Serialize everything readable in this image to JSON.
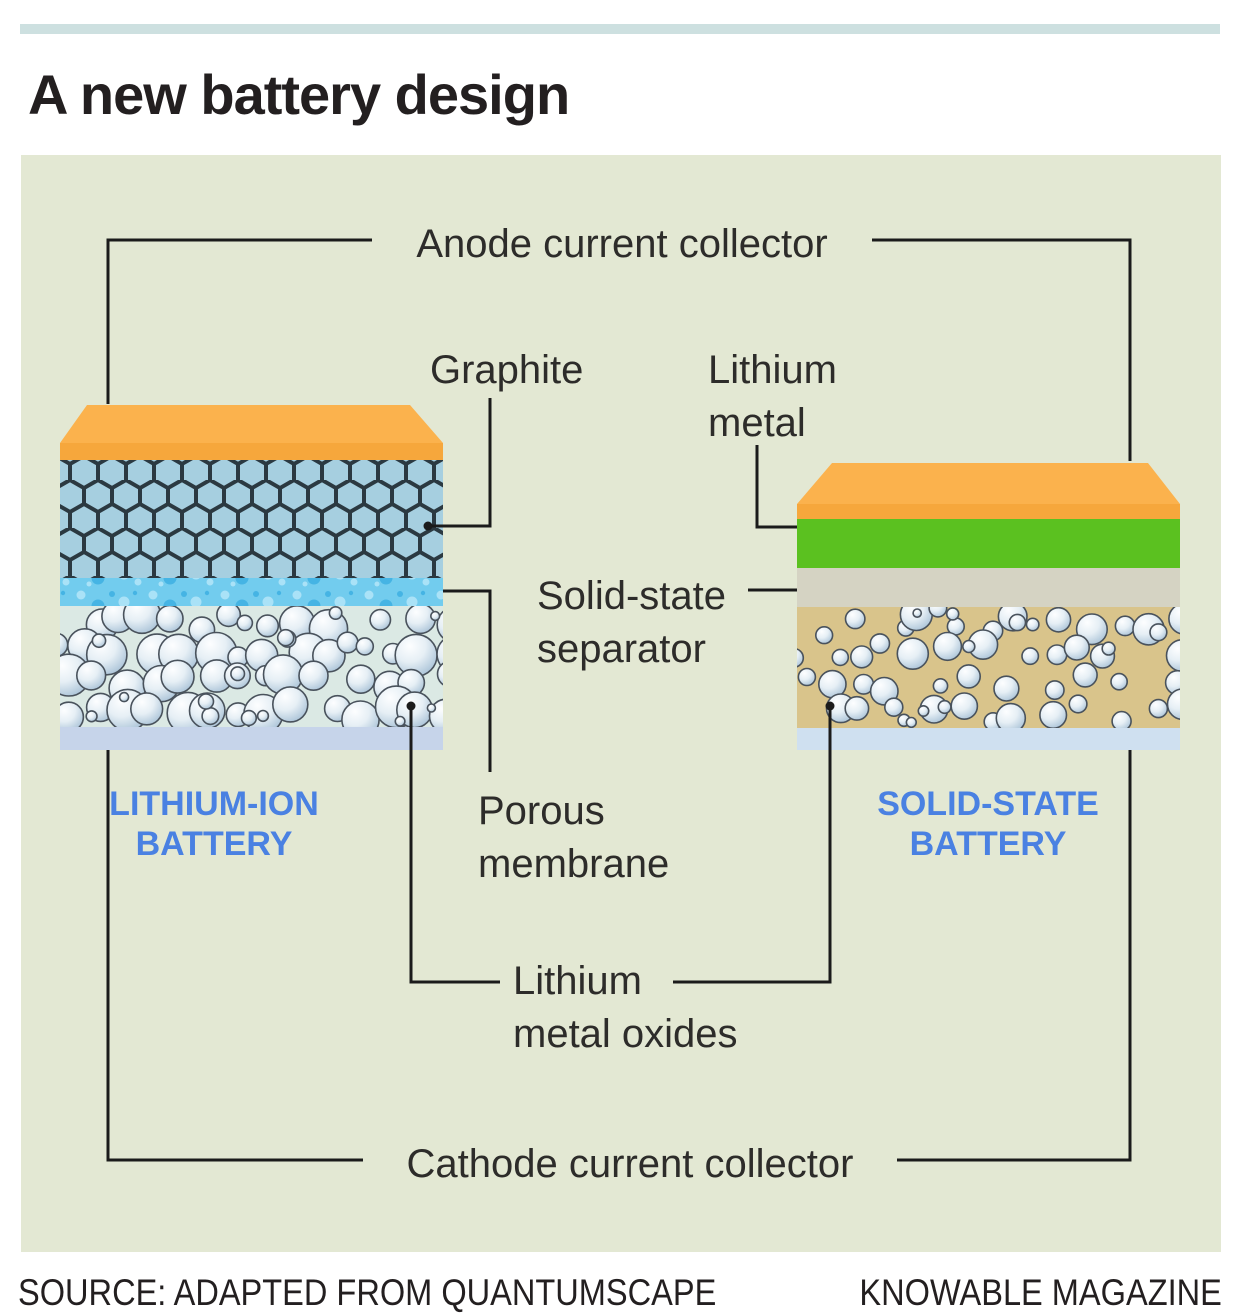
{
  "header": {
    "title": "A new battery design"
  },
  "diagram": {
    "callouts": {
      "anode": "Anode current collector",
      "graphite": "Graphite",
      "lithium_metal": "Lithium\nmetal",
      "solid_state_separator": "Solid-state\nseparator",
      "porous_membrane": "Porous\nmembrane",
      "lithium_metal_oxides": "Lithium\nmetal oxides",
      "cathode": "Cathode current collector"
    },
    "batteries": {
      "lithium_ion_name": "LITHIUM-ION\nBATTERY",
      "solid_state_name": "SOLID-STATE\nBATTERY"
    }
  },
  "footer": {
    "source": "SOURCE: ADAPTED FROM QUANTUMSCAPE",
    "credit": "KNOWABLE MAGAZINE"
  },
  "colors": {
    "accent_bar": "#cde0e0",
    "panel_bg": "#e3e8d3",
    "title_text": "#231f20",
    "label_text": "#2d2c2a",
    "battery_name_text": "#4a81e2",
    "connector_line": "#1b1b1b",
    "collector_top": "#fbb24d",
    "collector_front": "#f6a73c",
    "graphite_fill": "#a6cfe0",
    "graphite_line": "#2b3941",
    "porous_membrane": "#72ccee",
    "membrane_dot_light": "#aae2f7",
    "membrane_dot_dark": "#45b4e4",
    "lithium_metal_green": "#5bc120",
    "separator_gray": "#d5d3c3",
    "oxide_bg_left": "#dbe9e4",
    "oxide_bg_right": "#d9c48b",
    "cathode_strip_left": "#c6d4ea",
    "cathode_strip_right": "#cfe0f0",
    "bubble_stroke": "#49525c"
  }
}
